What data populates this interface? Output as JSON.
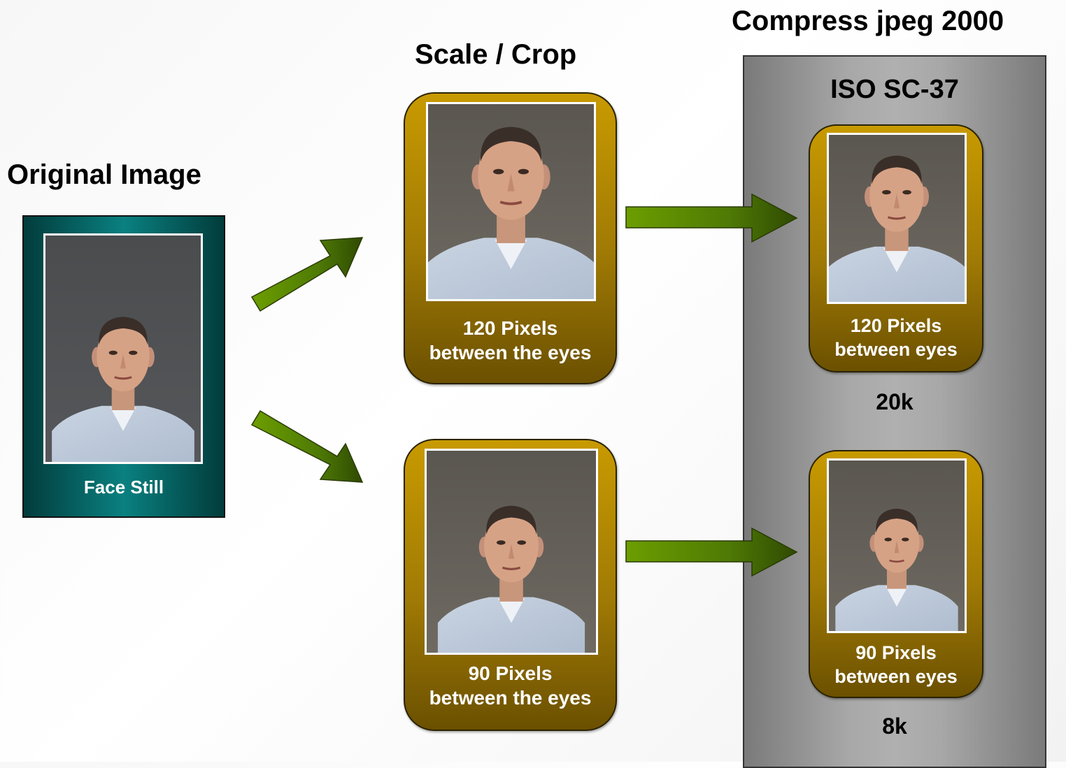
{
  "headings": {
    "original": "Original Image",
    "scale_crop": "Scale / Crop",
    "compress": "Compress jpeg 2000"
  },
  "original": {
    "caption": "Face Still"
  },
  "scale_crop": {
    "top": {
      "line1": "120 Pixels",
      "line2": "between the eyes"
    },
    "bottom": {
      "line1": "90 Pixels",
      "line2": "between the eyes"
    }
  },
  "iso": {
    "title": "ISO SC-37",
    "top": {
      "line1": "120 Pixels",
      "line2": "between eyes",
      "size": "20k"
    },
    "bottom": {
      "line1": "90 Pixels",
      "line2": "between eyes",
      "size": "8k"
    }
  },
  "colors": {
    "arrow_green": "#5a8a00",
    "gold_card": "#c89a00",
    "teal_card": "#0a8080",
    "iso_panel": "#a8a8a8"
  }
}
